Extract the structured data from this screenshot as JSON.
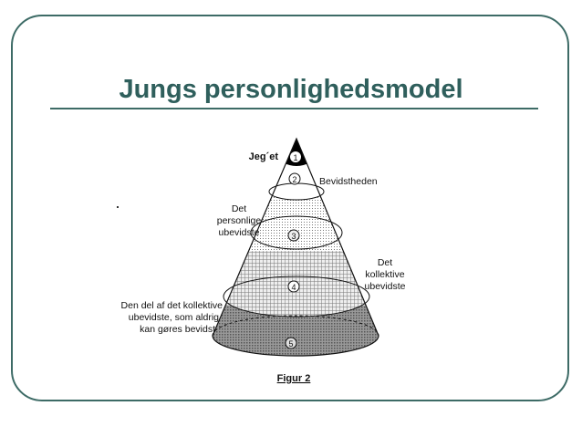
{
  "slide": {
    "title": "Jungs personlighedsmodel"
  },
  "figure": {
    "caption": "Figur 2",
    "layers": [
      {
        "number": "1",
        "label": "Jeg´et"
      },
      {
        "number": "2",
        "label": "Bevidstheden"
      },
      {
        "number": "3",
        "label_lines": [
          "Det",
          "personlige",
          "ubevidste"
        ]
      },
      {
        "number": "4",
        "label_lines": [
          "Det",
          "kollektive",
          "ubevidste"
        ]
      },
      {
        "number": "5",
        "label_lines": [
          "Den del af det kollektive",
          "ubevidste, som aldrig",
          "kan gøres bevidst"
        ]
      }
    ]
  },
  "colors": {
    "accent": "#2f5f5c",
    "border": "#3d6b66"
  }
}
